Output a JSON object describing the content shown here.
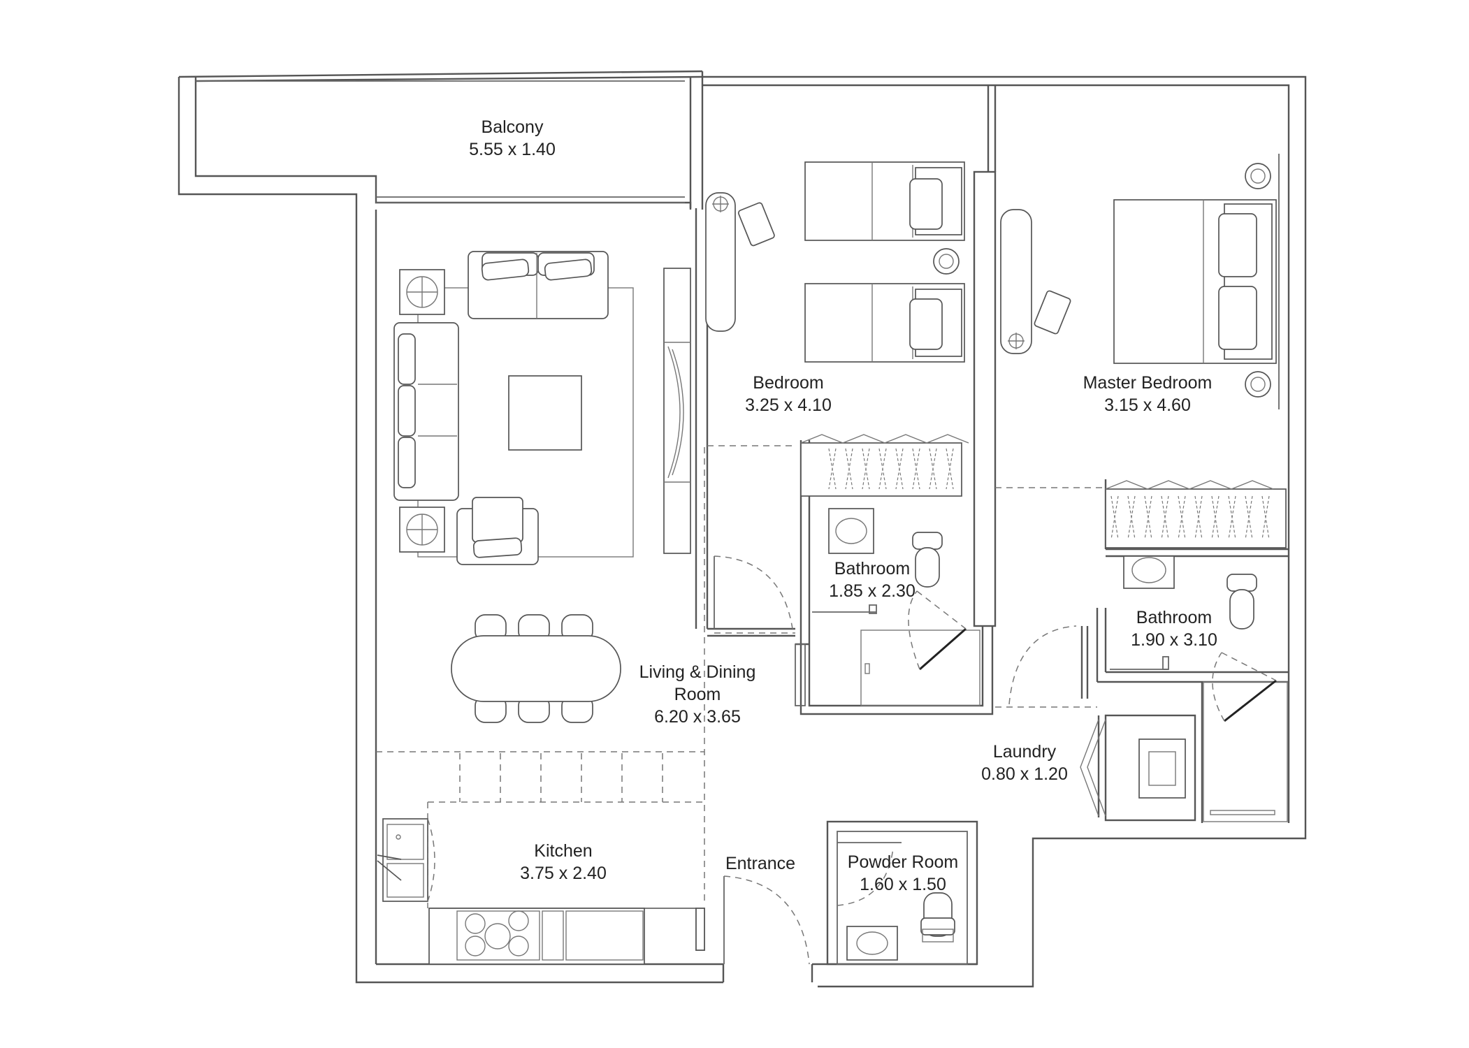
{
  "rooms": {
    "balcony": {
      "name": "Balcony",
      "size": "5.55 x 1.40"
    },
    "bedroom": {
      "name": "Bedroom",
      "size": "3.25 x 4.10"
    },
    "master_bedroom": {
      "name": "Master Bedroom",
      "size": "3.15 x 4.60"
    },
    "bathroom_1": {
      "name": "Bathroom",
      "size": "1.85 x 2.30"
    },
    "bathroom_2": {
      "name": "Bathroom",
      "size": "1.90 x 3.10"
    },
    "living_dining": {
      "name_line1": "Living & Dining",
      "name_line2": "Room",
      "size": "6.20 x 3.65"
    },
    "laundry": {
      "name": "Laundry",
      "size": "0.80 x 1.20"
    },
    "kitchen": {
      "name": "Kitchen",
      "size": "3.75 x 2.40"
    },
    "entrance": {
      "name": "Entrance"
    },
    "powder_room": {
      "name": "Powder Room",
      "size": "1.60 x 1.50"
    }
  }
}
